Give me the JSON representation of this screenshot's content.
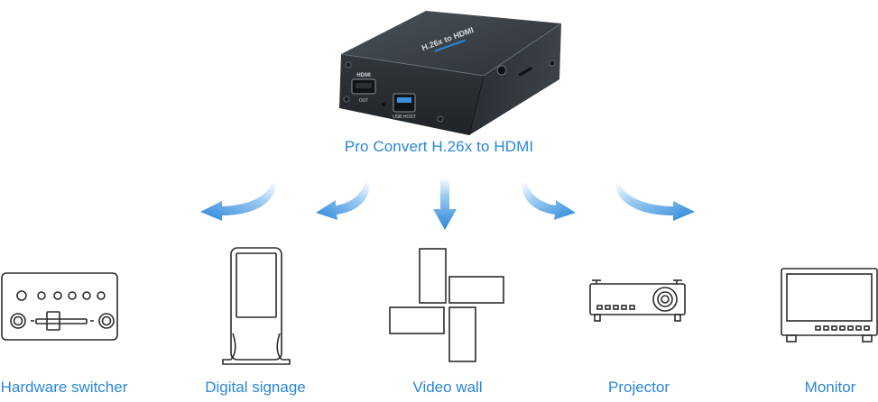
{
  "device": {
    "name": "Pro Convert  H.26x to HDMI",
    "top_label": "H.26x to HDMI",
    "port_hdmi": "HDMI",
    "port_hdmi_sub": "OUT",
    "port_usb_sub": "USB HOST"
  },
  "outputs": [
    {
      "id": "hardware-switcher",
      "label": "Hardware switcher"
    },
    {
      "id": "digital-signage",
      "label": "Digital signage"
    },
    {
      "id": "video-wall",
      "label": "Video wall"
    },
    {
      "id": "projector",
      "label": "Projector"
    },
    {
      "id": "monitor",
      "label": "Monitor"
    }
  ],
  "colors": {
    "accent": "#2a86d9",
    "arrow_start": "#c8e2f8",
    "arrow_end": "#2a86d9",
    "device_body": "#3a3f44",
    "line": "#2b2b2b"
  }
}
